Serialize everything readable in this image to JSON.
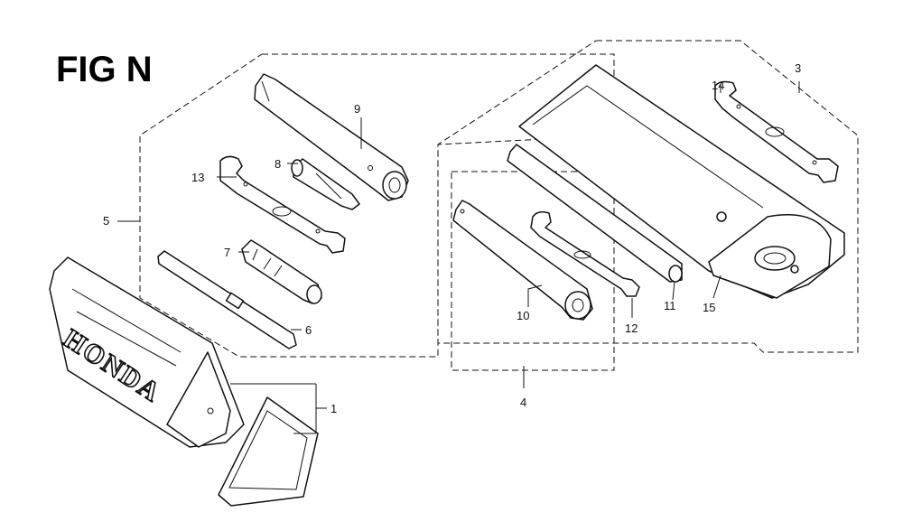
{
  "figure": {
    "title": "FIG N",
    "brand": "HONDA"
  },
  "callouts": {
    "c1": "1",
    "c3": "3",
    "c4": "4",
    "c5": "5",
    "c6": "6",
    "c7": "7",
    "c8": "8",
    "c9": "9",
    "c10": "10",
    "c11": "11",
    "c12": "12",
    "c13": "13",
    "c14": "14",
    "c15": "15"
  }
}
